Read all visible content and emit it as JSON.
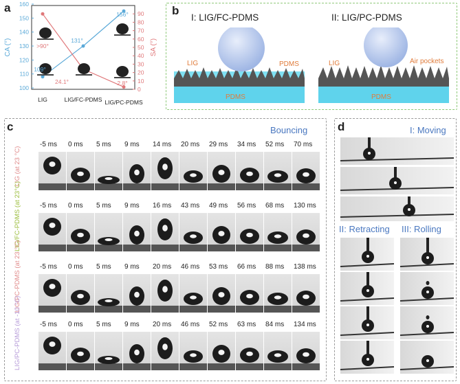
{
  "panel_a": {
    "label": "a",
    "y_left_label": "CA (°)",
    "y_right_label": "SA (°)",
    "y_left_ticks": [
      "160",
      "150",
      "140",
      "130",
      "120",
      "110",
      "100"
    ],
    "y_right_ticks": [
      "90",
      "80",
      "70",
      "60",
      "50",
      "40",
      "30",
      "20",
      "10",
      "0"
    ],
    "x_ticks": [
      "LIG",
      "LIG/FC-PDMS",
      "LIG/PC-PDMS"
    ],
    "annotations": [
      ">90°",
      "109°",
      "131°",
      "156°",
      "24.1°",
      "2.8°"
    ],
    "colors": {
      "ca": "#5aa9d8",
      "sa": "#e0787a"
    }
  },
  "chart_data": {
    "type": "line",
    "categories": [
      "LIG",
      "LIG/FC-PDMS",
      "LIG/PC-PDMS"
    ],
    "series": [
      {
        "values": [
          109,
          131,
          156
        ]
      },
      {
        "values": [
          90,
          24.1,
          2.8
        ]
      }
    ],
    "ylabel": "CA (°)",
    "y2label": "SA (°)",
    "ylim": [
      100,
      160
    ],
    "y2lim": [
      0,
      100
    ]
  },
  "panel_b": {
    "label": "b",
    "left_title": "I: LIG/FC-PDMS",
    "right_title": "II: LIG/PC-PDMS",
    "left_labels": {
      "lig": "LIG",
      "pdms_top": "PDMS",
      "pdms_base": "PDMS"
    },
    "right_labels": {
      "lig": "LIG",
      "air": "Air pockets",
      "pdms_base": "PDMS"
    }
  },
  "panel_c": {
    "label": "c",
    "title": "Bouncing",
    "rows": [
      {
        "label": "LIG\n(at 23 °C)",
        "color": "#e08a8a",
        "times": [
          "-5 ms",
          "0 ms",
          "5 ms",
          "9 ms",
          "14 ms",
          "20 ms",
          "29 ms",
          "34 ms",
          "52 ms",
          "70 ms"
        ]
      },
      {
        "label": "LIG/FC-PDMS\n(at 23°C)",
        "color": "#9bbd3c",
        "times": [
          "-5 ms",
          "0 ms",
          "5 ms",
          "9 ms",
          "16 ms",
          "43 ms",
          "49 ms",
          "56 ms",
          "68 ms",
          "130 ms"
        ]
      },
      {
        "label": "LIG/PC-PDMS\n(at 23 °C)",
        "color": "#e08a8a",
        "times": [
          "-5 ms",
          "0 ms",
          "5 ms",
          "9 ms",
          "20 ms",
          "46 ms",
          "53 ms",
          "66 ms",
          "88 ms",
          "138 ms"
        ]
      },
      {
        "label": "LIG/PC-PDMS\n(at -10 °C)",
        "color": "#b59ad8",
        "times": [
          "-5 ms",
          "0 ms",
          "5 ms",
          "9 ms",
          "20 ms",
          "46 ms",
          "52 ms",
          "63 ms",
          "84 ms",
          "134 ms"
        ]
      }
    ]
  },
  "panel_d": {
    "label": "d",
    "moving": "I: Moving",
    "retracting": "II: Retracting",
    "rolling": "III: Rolling"
  }
}
